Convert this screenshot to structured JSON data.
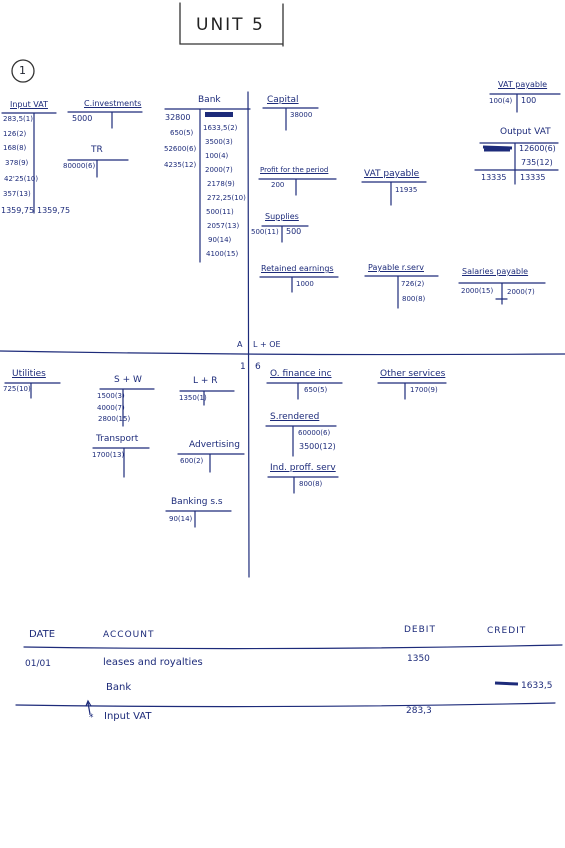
{
  "unit_title": "UNIT 5",
  "exercise_number": "1",
  "accounts": {
    "input_vat": {
      "label": "Input VAT",
      "debits": [
        "283,5(1)",
        "126(2)",
        "168(8)",
        "378(9)",
        "42'25(10)",
        "357(13)"
      ],
      "total_left": "1359,75",
      "total_right": "1359,75"
    },
    "c_investments": {
      "label": "C.investments",
      "debits": [
        "5000"
      ]
    },
    "tr": {
      "label": "TR",
      "debits": [
        "80000(6)"
      ]
    },
    "bank": {
      "label": "Bank",
      "debits": [
        "32800",
        "650(5)",
        "52600(6)",
        "4235(12)"
      ],
      "credits": [
        "1633,5(2)",
        "3500(3)",
        "100(4)",
        "2000(7)",
        "2178(9)",
        "272,25(10)",
        "500(11)",
        "2057(13)",
        "90(14)",
        "4100(15)"
      ]
    },
    "capital": {
      "label": "Capital",
      "credits": [
        "38000"
      ]
    },
    "profit": {
      "label": "Profit for the period",
      "debits": [
        "200"
      ]
    },
    "supplies": {
      "label": "Supplies",
      "debits": [
        "500(11)"
      ],
      "credits": [
        "500"
      ]
    },
    "retained": {
      "label": "Retained earnings",
      "credits": [
        "1000"
      ]
    },
    "vat_payable_mid": {
      "label": "VAT payable",
      "credits": [
        "11935"
      ]
    },
    "payable_serv": {
      "label": "Payable r.serv",
      "credits": [
        "726(2)",
        "800(8)"
      ]
    },
    "salaries_payable": {
      "label": "Salaries payable",
      "debits": [
        "2000(15)"
      ],
      "credits": [
        "2000(7)"
      ]
    },
    "vat_payable_top": {
      "label": "VAT payable",
      "debits": [
        "100(4)"
      ],
      "credits": [
        "100"
      ]
    },
    "output_vat": {
      "label": "Output VAT",
      "credits": [
        "12600(6)",
        "735(12)"
      ],
      "total_left": "13335",
      "total_right": "13335"
    },
    "utilities": {
      "label": "Utilities",
      "debits": [
        "725(10)"
      ]
    },
    "s_w": {
      "label": "S + W",
      "debits": [
        "1500(3)",
        "4000(7)",
        "2800(15)"
      ]
    },
    "l_r": {
      "label": "L + R",
      "debits": [
        "1350(1)"
      ]
    },
    "transport": {
      "label": "Transport",
      "debits": [
        "1700(13)"
      ]
    },
    "advertising": {
      "label": "Advertising",
      "debits": [
        "600(2)"
      ]
    },
    "banking_s": {
      "label": "Banking s.s",
      "debits": [
        "90(14)"
      ]
    },
    "o_finance": {
      "label": "O. finance inc",
      "credits": [
        "650(5)"
      ]
    },
    "other_services": {
      "label": "Other services",
      "credits": [
        "1700(9)"
      ]
    },
    "s_rendered": {
      "label": "S.rendered",
      "credits": [
        "60000(6)",
        "3500(12)"
      ]
    },
    "ind_prof": {
      "label": "Ind. proff. serv",
      "credits": [
        "800(8)"
      ]
    }
  },
  "equation": {
    "a": "A",
    "l_oe": "L + OE",
    "one": "1",
    "six": "6"
  },
  "journal": {
    "headers": {
      "date": "DATE",
      "account": "ACCOUNT",
      "debit": "DEBIT",
      "credit": "CREDIT"
    },
    "rows": [
      {
        "date": "01/01",
        "account": "leases and royalties",
        "debit": "1350",
        "credit": ""
      },
      {
        "date": "",
        "account": "Bank",
        "debit": "",
        "credit": "1633,5"
      },
      {
        "date": "",
        "account": "Input VAT",
        "debit": "283,3",
        "credit": ""
      }
    ],
    "marker": "*"
  }
}
